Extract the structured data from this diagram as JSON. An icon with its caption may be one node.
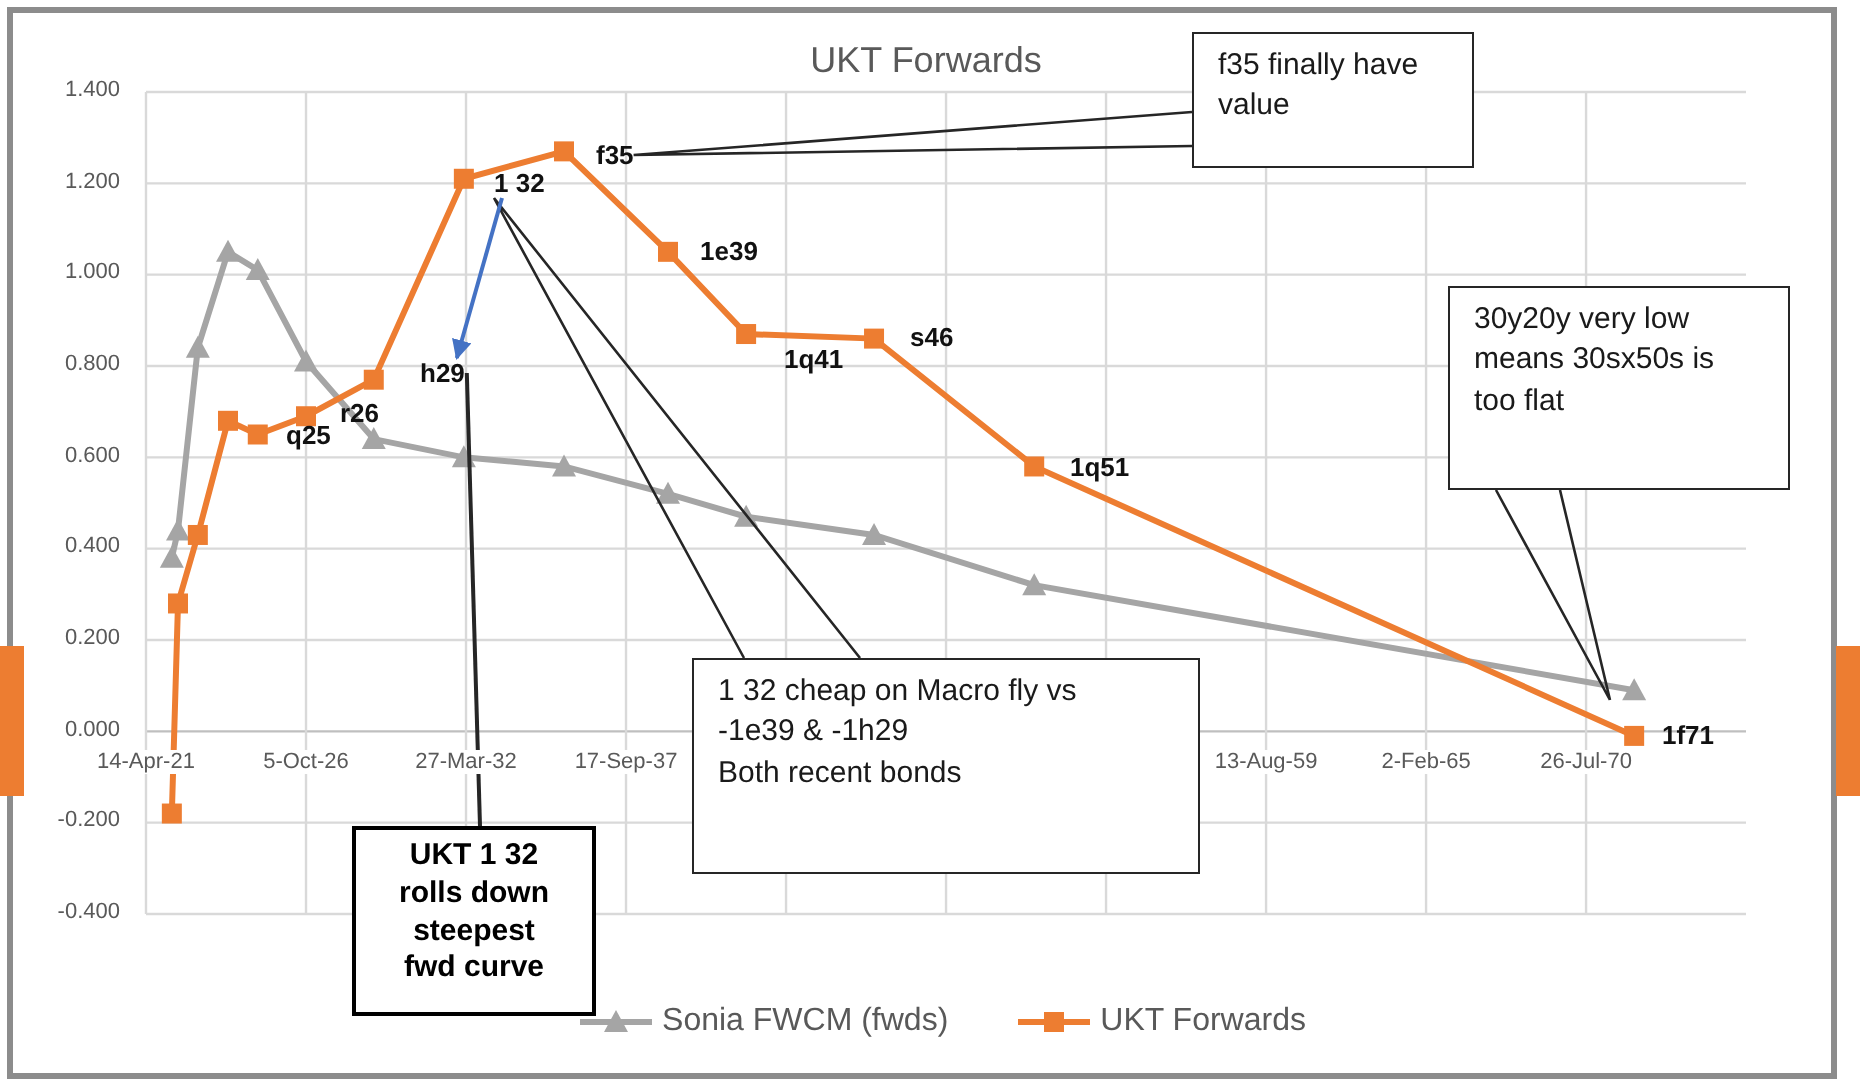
{
  "diagram": {
    "nodes": [
      {
        "text": [
          "f35 finally have value"
        ]
      },
      {
        "text": [
          "1 32"
        ]
      },
      {
        "text": [
          "f35"
        ]
      },
      {
        "text": [
          "1e39"
        ]
      },
      {
        "text": [
          "30y20y very low means 30sx50s is too flat"
        ]
      },
      {
        "text": [
          "1q41"
        ]
      },
      {
        "text": [
          "s46"
        ]
      },
      {
        "text": [
          "h29"
        ]
      },
      {
        "text": [
          "r26"
        ]
      },
      {
        "text": [
          "q25"
        ]
      },
      {
        "text": [
          "1q51"
        ]
      },
      {
        "text": [
          "1 32 cheap on Macro fly vs -1e39 & -1h29",
          "Both recent bonds"
        ]
      },
      {
        "text": [
          "1f71"
        ]
      },
      {
        "text": [
          "UKT 1 32 rolls down steepest fwd curve"
        ]
      }
    ],
    "edges": [
      {
        "from": 0,
        "to": 2,
        "arrow": "none"
      },
      {
        "from": 11,
        "to": 1,
        "arrow": "none"
      },
      {
        "from": 4,
        "to": null,
        "arrow": "none"
      },
      {
        "from": 13,
        "to": 7,
        "arrow": "none"
      },
      {
        "from": 1,
        "to": 7,
        "arrow": "to",
        "color": "#4472c4"
      }
    ],
    "legend": [
      {
        "text": "Sonia FWCM (fwds)"
      },
      {
        "text": "UKT Forwards"
      }
    ],
    "chart_data": {
      "type": "line",
      "title": "UKT Forwards",
      "x": [
        "2022-03-03",
        "2022-05-19",
        "2023-01-22",
        "2024-02-03",
        "2025-02-09",
        "2026-10-05",
        "2029-01-29",
        "2032-02-29",
        "2035-08-04",
        "2039-02-24",
        "2041-10-27",
        "2046-03-14",
        "2051-09-06",
        "2072-03-18"
      ],
      "series": [
        {
          "color": "#a5a5a5",
          "marker": "triangle",
          "values": [
            0.38,
            0.44,
            0.84,
            1.05,
            1.01,
            0.81,
            0.64,
            0.6,
            0.58,
            0.52,
            0.47,
            0.43,
            0.32,
            0.09
          ]
        },
        {
          "color": "#ed7d31",
          "marker": "square",
          "values": [
            -0.18,
            0.28,
            0.43,
            0.68,
            0.65,
            0.69,
            0.77,
            1.21,
            1.27,
            1.05,
            0.87,
            0.86,
            0.58,
            -0.01
          ]
        }
      ],
      "grid": true,
      "xlim": [
        "2021-04-14",
        "2076-01-15"
      ],
      "ylim": [
        -0.4,
        1.4
      ],
      "xticks": [
        {
          "value": "2021-04-14",
          "label": "14-Apr-21"
        },
        {
          "value": "2026-10-05",
          "label": "5-Oct-26"
        },
        {
          "value": "2032-03-27",
          "label": "27-Mar-32"
        },
        {
          "value": "2037-09-17",
          "label": "17-Sep-37"
        },
        {
          "value": "2059-08-13",
          "label": "13-Aug-59"
        },
        {
          "value": "2065-02-02",
          "label": "2-Feb-65"
        },
        {
          "value": "2070-07-26",
          "label": "26-Jul-70"
        }
      ],
      "yticks": [
        {
          "value": 1.4,
          "label": "1.400"
        },
        {
          "value": 1.2,
          "label": "1.200"
        },
        {
          "value": 1.0,
          "label": "1.000"
        },
        {
          "value": 0.8,
          "label": "0.800"
        },
        {
          "value": 0.6,
          "label": "0.600"
        },
        {
          "value": 0.4,
          "label": "0.400"
        },
        {
          "value": 0.2,
          "label": "0.200"
        },
        {
          "value": 0.0,
          "label": "0.000"
        },
        {
          "value": -0.2,
          "label": "-0.200"
        },
        {
          "value": -0.4,
          "label": "-0.400"
        }
      ]
    }
  }
}
